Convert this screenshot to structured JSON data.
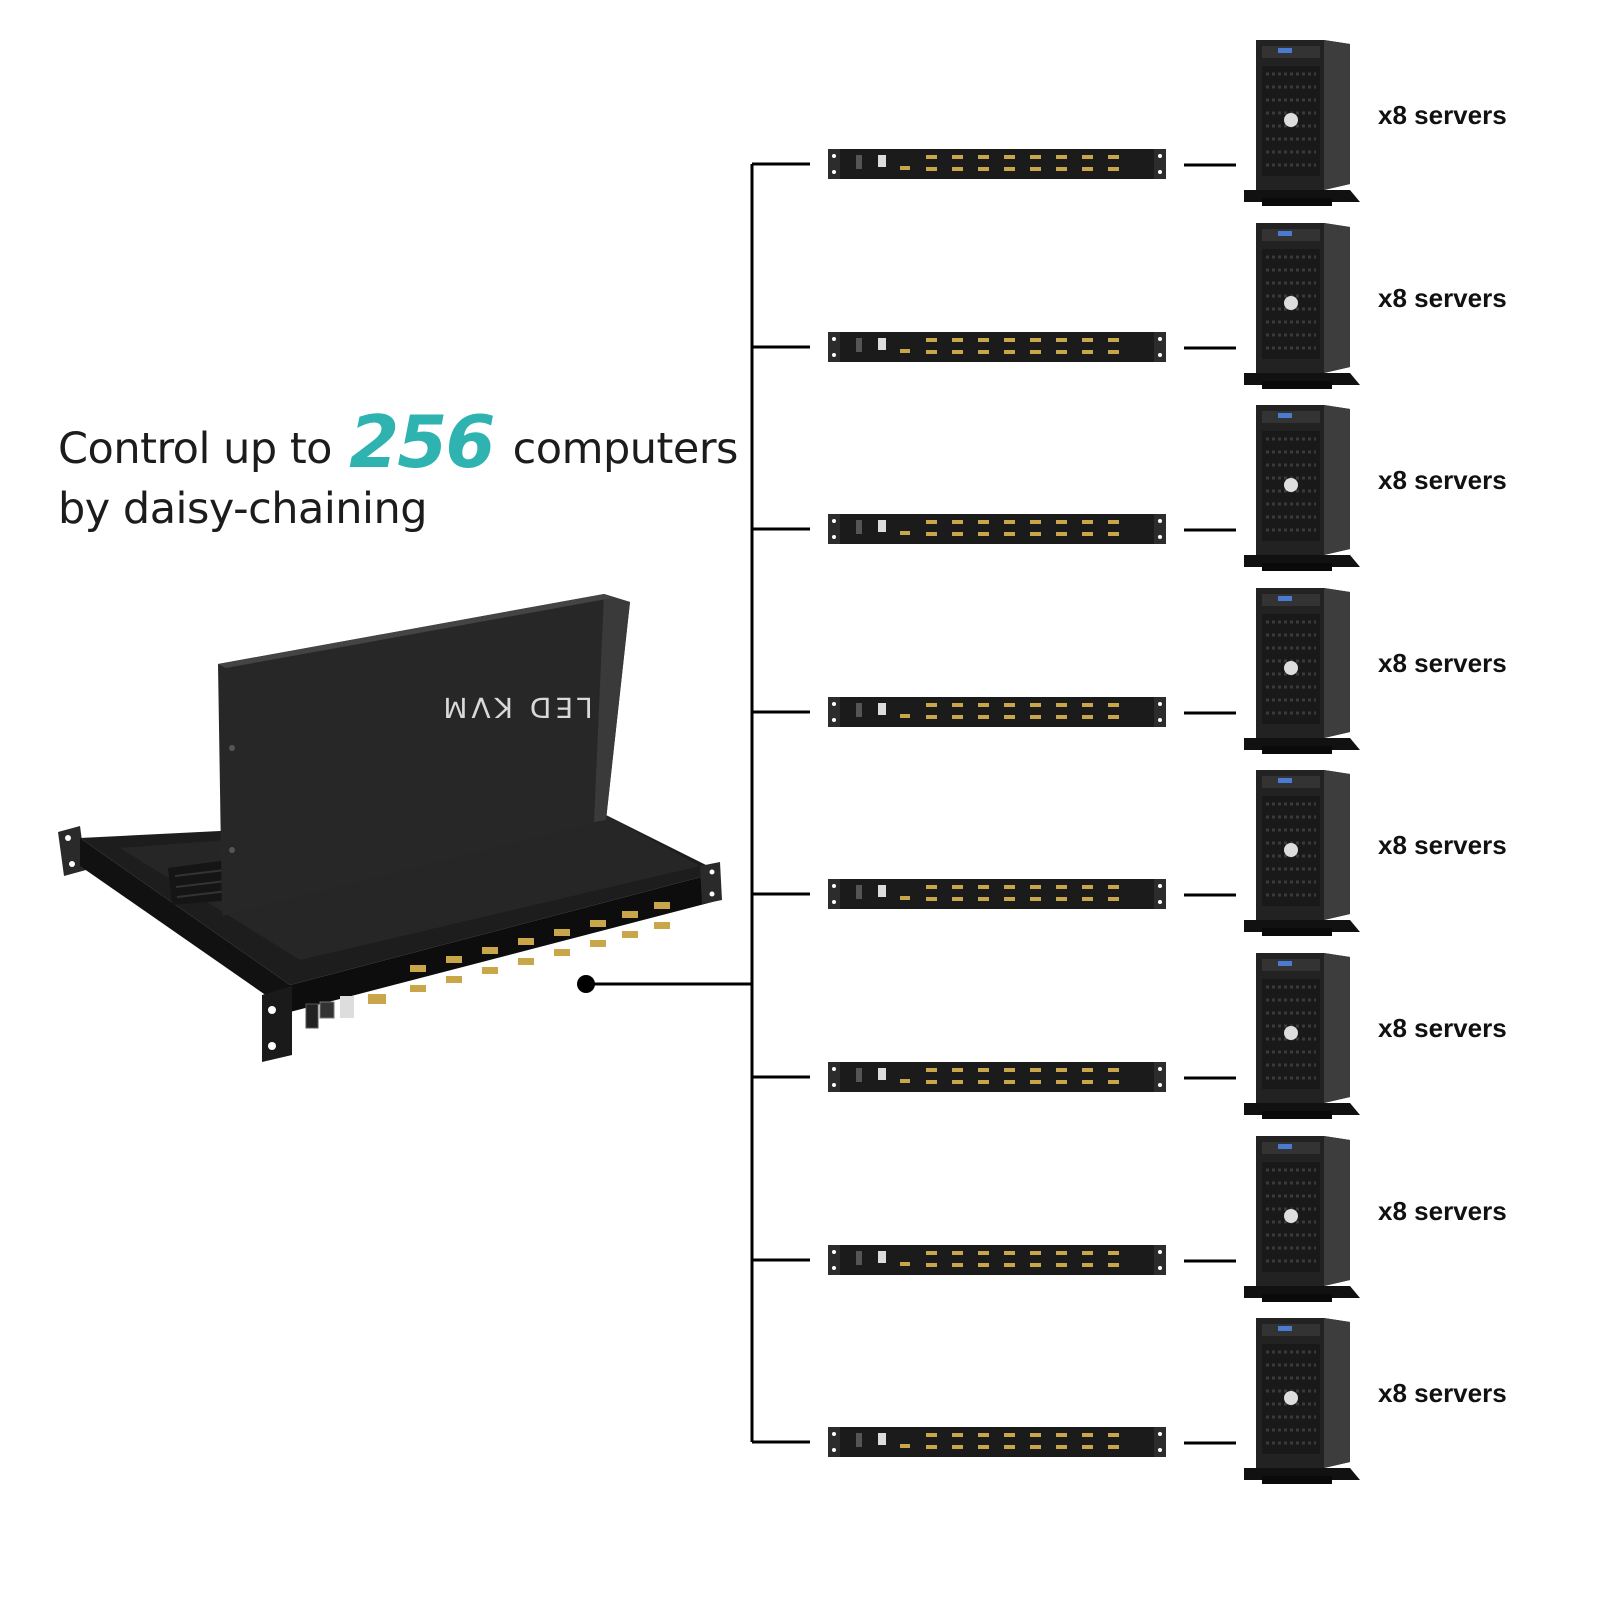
{
  "headline": {
    "prefix": "Control up to",
    "number": "256",
    "suffix": "computers",
    "line2": "by daisy-chaining"
  },
  "main_unit": {
    "lid_label": "LED KVM"
  },
  "server_label": "x8 servers",
  "chain_count": 8,
  "colors": {
    "accent": "#2fb3b0",
    "line": "#000000",
    "device": "#1a1a1a",
    "port": "#c9a64a"
  }
}
